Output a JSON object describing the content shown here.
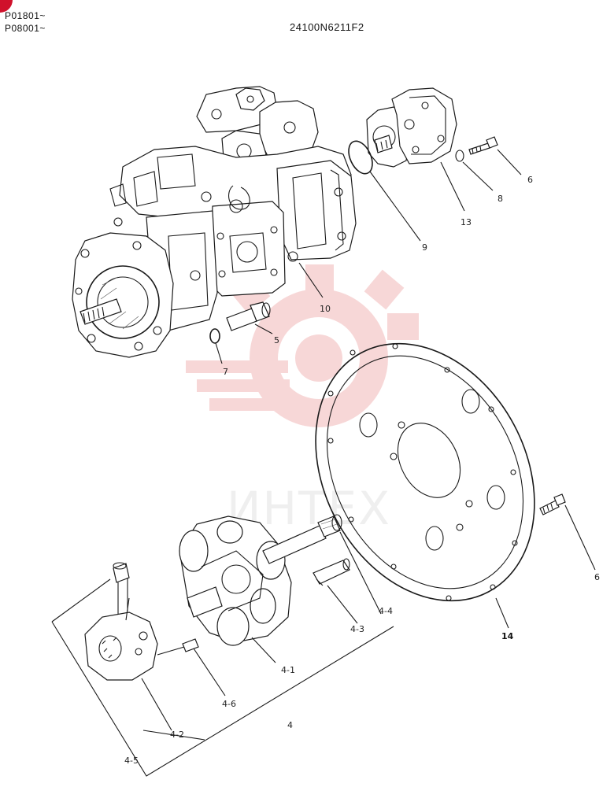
{
  "header": {
    "serial_line_1": "P01801~",
    "serial_line_2": "P08001~",
    "part_number": "24100N6211F2"
  },
  "watermark": {
    "text": "ИНТЕХ",
    "color": "#f2c4c4"
  },
  "labels": {
    "l6_top": "6",
    "l8": "8",
    "l13": "13",
    "l9": "9",
    "l10": "10",
    "l5": "5",
    "l7": "7",
    "l14": "14",
    "l6_right": "6",
    "l4_4": "4-4",
    "l4_3": "4-3",
    "l4_1": "4-1",
    "l4_6": "4-6",
    "l4": "4",
    "l4_2": "4-2",
    "l4_5": "4-5"
  },
  "colors": {
    "corner_mark": "#d0112b",
    "line": "#1a1a1a"
  }
}
